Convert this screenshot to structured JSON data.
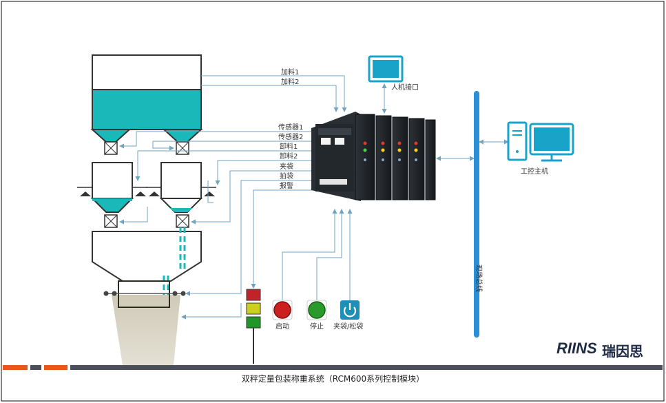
{
  "diagram": {
    "signal_labels": [
      "加料1",
      "加料2",
      "传感器1",
      "传感器2",
      "卸料1",
      "卸料2",
      "夹袋",
      "拍袋",
      "报警"
    ],
    "hmi_label": "人机接口",
    "pc_label": "工控主机",
    "bus_label": "现场总线",
    "buttons": {
      "start": "启动",
      "stop": "停止",
      "clamp": "夹袋/松袋"
    },
    "brand": {
      "logo_text": "RIINS",
      "name_cn": "瑞因思"
    },
    "footer_title": "双秤定量包装称重系统（RCM600系列控制模块）",
    "colors": {
      "material": "#1ab8b8",
      "line": "#6fa3c0",
      "bus": "#2a8fd6",
      "start": "#cc2020",
      "stop": "#2a9a2a",
      "clamp": "#1f8fb8",
      "footer_orange": "#e8561a",
      "footer_dark": "#4a4f5a"
    }
  }
}
